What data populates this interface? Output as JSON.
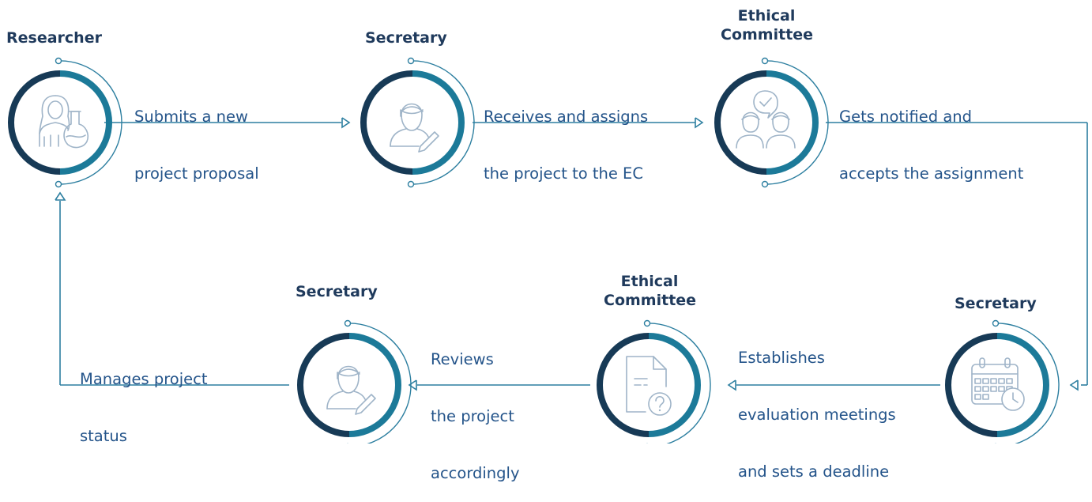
{
  "colors": {
    "dark_navy": "#173a56",
    "teal": "#1c7a99",
    "line": "#2d7fa0",
    "icon": "#9fb4c8",
    "role_text": "#1f3a5c",
    "action_text": "#24548a"
  },
  "steps": [
    {
      "role": [
        "Researcher"
      ],
      "action": [
        "Submits a new",
        "project proposal"
      ],
      "icon": "researcher-flask-icon"
    },
    {
      "role": [
        "Secretary"
      ],
      "action": [
        "Receives and assigns",
        "the project to the EC"
      ],
      "icon": "secretary-writing-icon"
    },
    {
      "role": [
        "Ethical",
        "Committee"
      ],
      "action": [
        "Gets notified and",
        "accepts the assignment"
      ],
      "icon": "committee-approval-icon"
    },
    {
      "role": [
        "Secretary"
      ],
      "action": [
        "Establishes",
        "evaluation meetings",
        "and sets a deadline"
      ],
      "icon": "calendar-clock-icon"
    },
    {
      "role": [
        "Ethical",
        "Committee"
      ],
      "action": [
        "Reviews",
        "the project",
        "accordingly"
      ],
      "icon": "document-question-icon"
    },
    {
      "role": [
        "Secretary"
      ],
      "action": [
        "Manages project",
        "status"
      ],
      "icon": "secretary-writing-icon"
    }
  ]
}
